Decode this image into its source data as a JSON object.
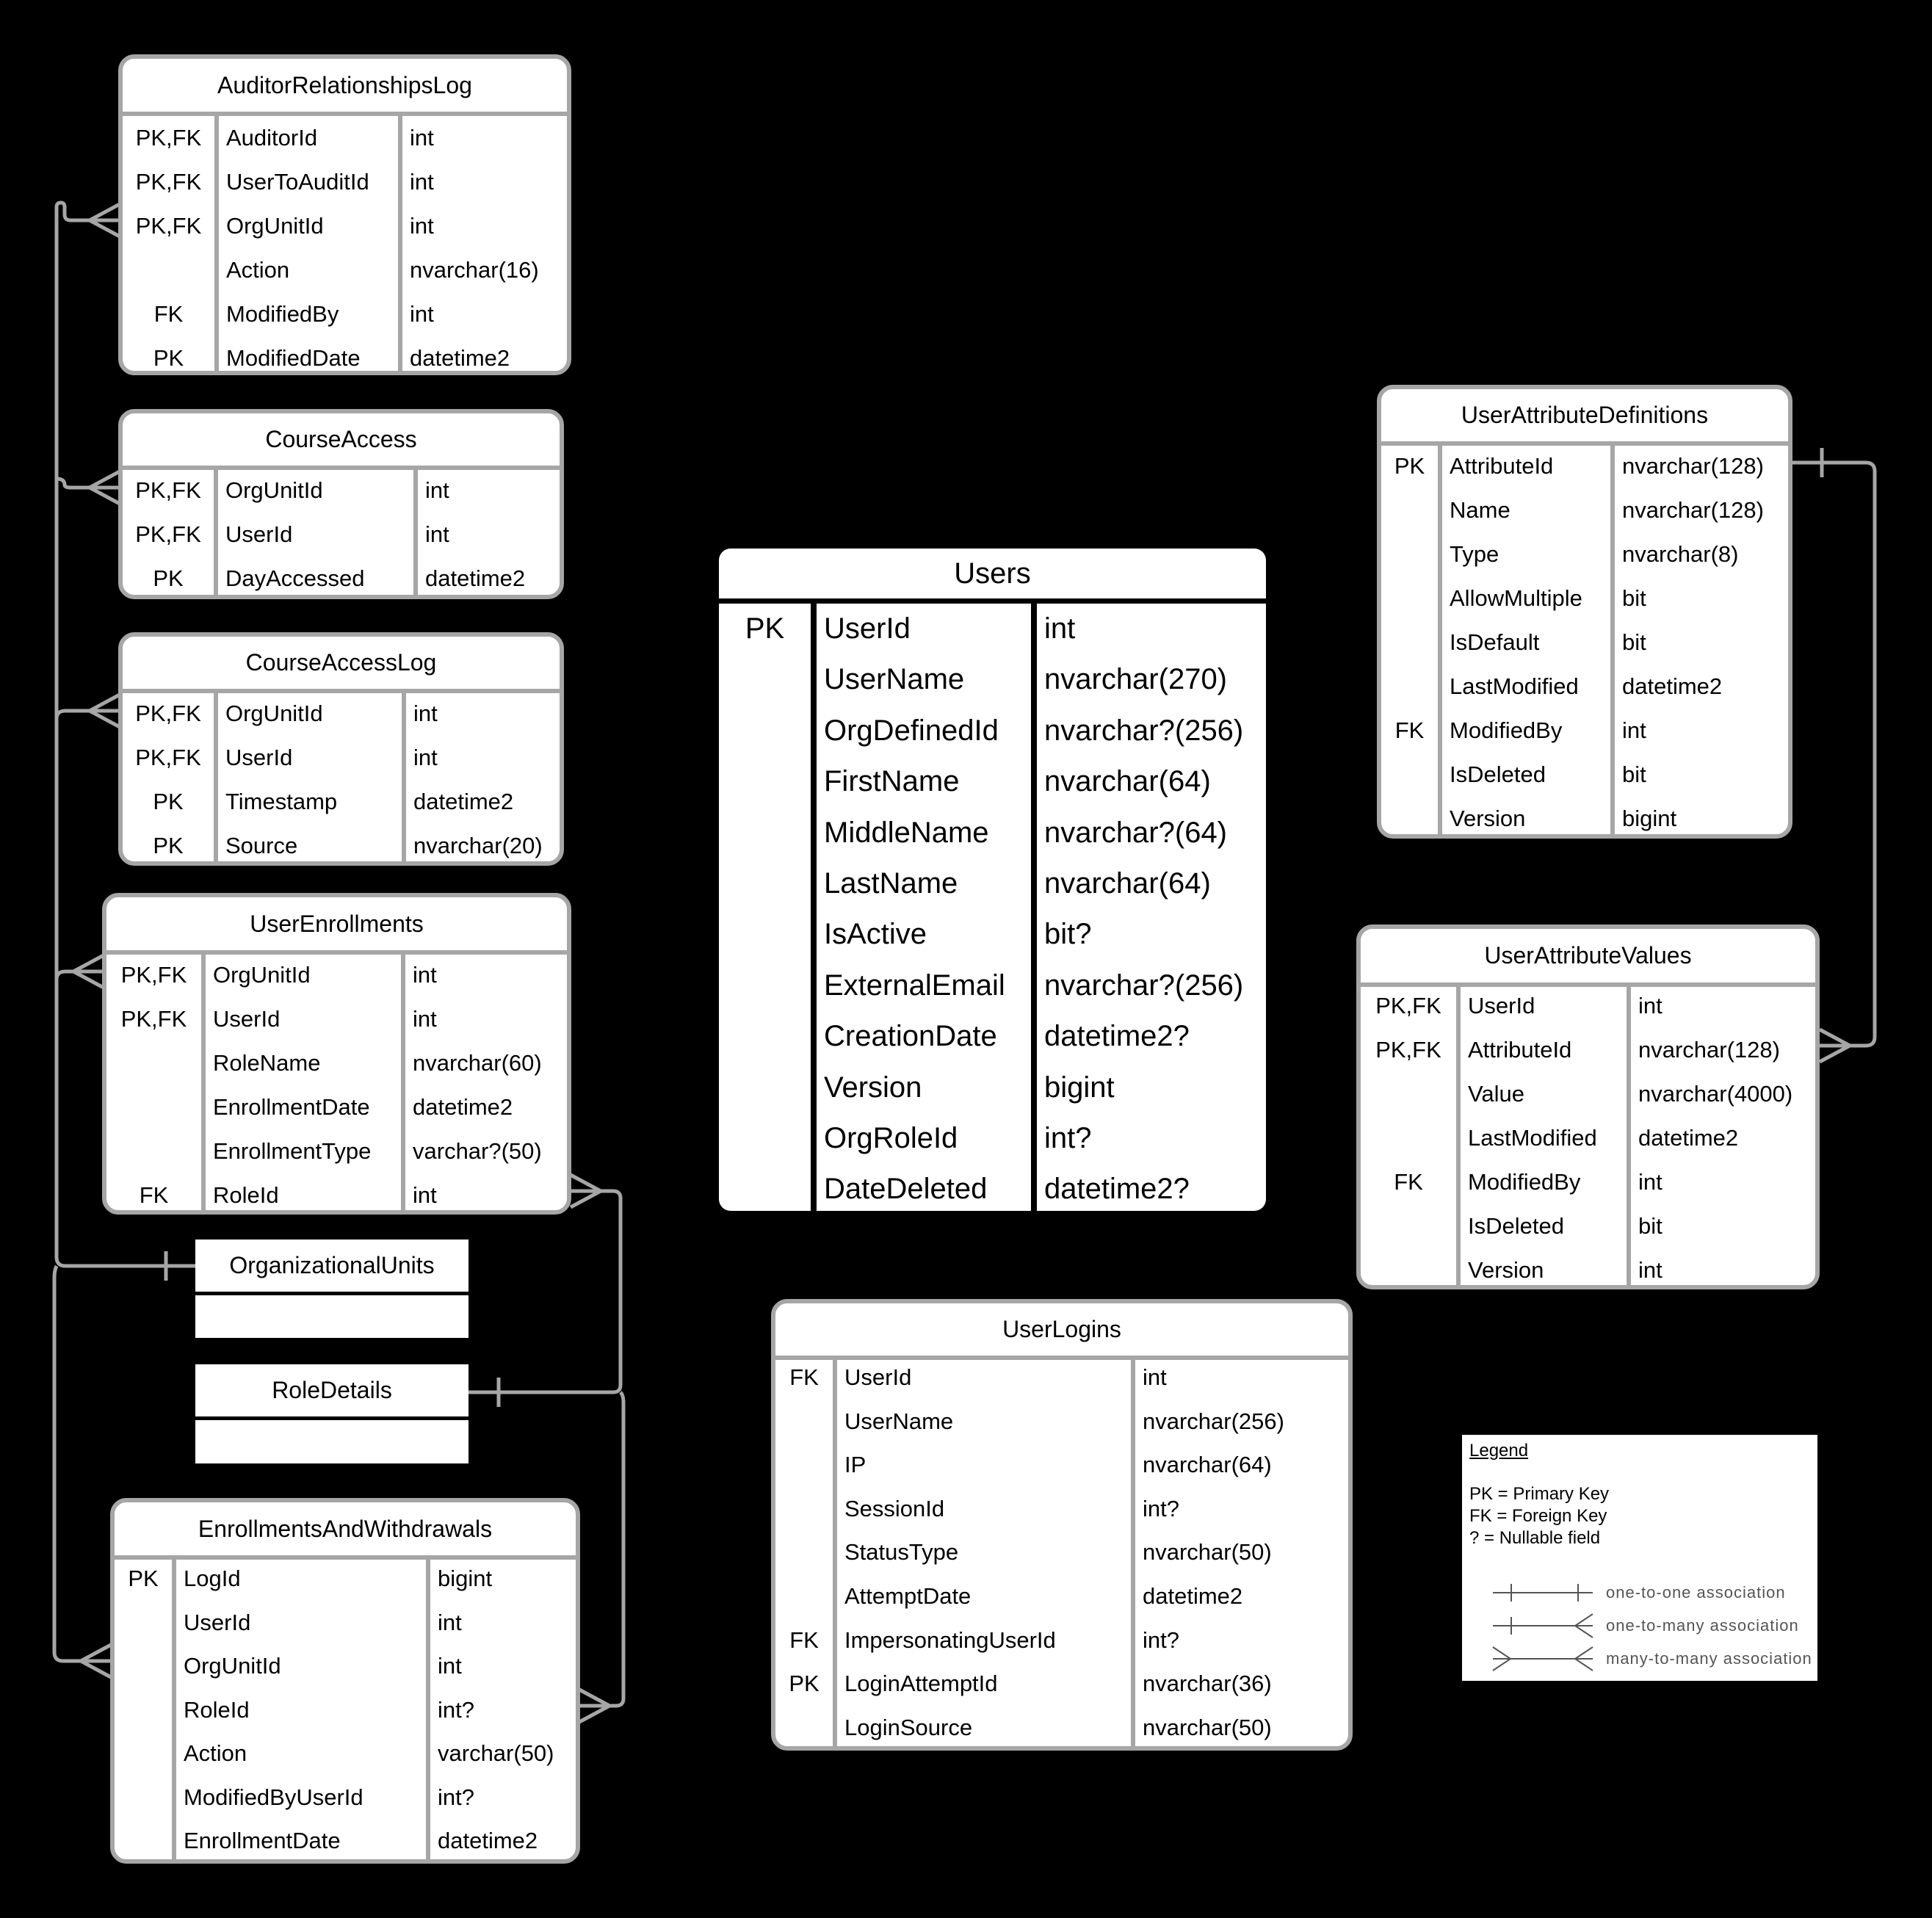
{
  "diagram": {
    "background": "#000000",
    "line_color": "#a6a6a6",
    "entities": {
      "auditor_relationships_log": {
        "name": "AuditorRelationshipsLog",
        "rows": [
          {
            "key": "PK,FK",
            "field": "AuditorId",
            "type": "int"
          },
          {
            "key": "PK,FK",
            "field": "UserToAuditId",
            "type": "int"
          },
          {
            "key": "PK,FK",
            "field": "OrgUnitId",
            "type": "int"
          },
          {
            "key": "",
            "field": "Action",
            "type": "nvarchar(16)"
          },
          {
            "key": "FK",
            "field": "ModifiedBy",
            "type": "int"
          },
          {
            "key": "PK",
            "field": "ModifiedDate",
            "type": "datetime2"
          }
        ]
      },
      "course_access": {
        "name": "CourseAccess",
        "rows": [
          {
            "key": "PK,FK",
            "field": "OrgUnitId",
            "type": "int"
          },
          {
            "key": "PK,FK",
            "field": "UserId",
            "type": "int"
          },
          {
            "key": "PK",
            "field": "DayAccessed",
            "type": "datetime2"
          }
        ]
      },
      "course_access_log": {
        "name": "CourseAccessLog",
        "rows": [
          {
            "key": "PK,FK",
            "field": "OrgUnitId",
            "type": "int"
          },
          {
            "key": "PK,FK",
            "field": "UserId",
            "type": "int"
          },
          {
            "key": "PK",
            "field": "Timestamp",
            "type": "datetime2"
          },
          {
            "key": "PK",
            "field": "Source",
            "type": "nvarchar(20)"
          }
        ]
      },
      "user_enrollments": {
        "name": "UserEnrollments",
        "rows": [
          {
            "key": "PK,FK",
            "field": "OrgUnitId",
            "type": "int"
          },
          {
            "key": "PK,FK",
            "field": "UserId",
            "type": "int"
          },
          {
            "key": "",
            "field": "RoleName",
            "type": "nvarchar(60)"
          },
          {
            "key": "",
            "field": "EnrollmentDate",
            "type": "datetime2"
          },
          {
            "key": "",
            "field": "EnrollmentType",
            "type": "varchar?(50)"
          },
          {
            "key": "FK",
            "field": "RoleId",
            "type": "int"
          }
        ]
      },
      "organizational_units": {
        "name": "OrganizationalUnits"
      },
      "role_details": {
        "name": "RoleDetails"
      },
      "enrollments_and_withdrawals": {
        "name": "EnrollmentsAndWithdrawals",
        "rows": [
          {
            "key": "PK",
            "field": "LogId",
            "type": "bigint"
          },
          {
            "key": "",
            "field": "UserId",
            "type": "int"
          },
          {
            "key": "",
            "field": "OrgUnitId",
            "type": "int"
          },
          {
            "key": "",
            "field": "RoleId",
            "type": "int?"
          },
          {
            "key": "",
            "field": "Action",
            "type": "varchar(50)"
          },
          {
            "key": "",
            "field": "ModifiedByUserId",
            "type": "int?"
          },
          {
            "key": "",
            "field": "EnrollmentDate",
            "type": "datetime2"
          }
        ]
      },
      "users": {
        "name": "Users",
        "rows": [
          {
            "key": "PK",
            "field": "UserId",
            "type": "int"
          },
          {
            "key": "",
            "field": "UserName",
            "type": "nvarchar(270)"
          },
          {
            "key": "",
            "field": "OrgDefinedId",
            "type": "nvarchar?(256)"
          },
          {
            "key": "",
            "field": "FirstName",
            "type": "nvarchar(64)"
          },
          {
            "key": "",
            "field": "MiddleName",
            "type": "nvarchar?(64)"
          },
          {
            "key": "",
            "field": "LastName",
            "type": "nvarchar(64)"
          },
          {
            "key": "",
            "field": "IsActive",
            "type": "bit?"
          },
          {
            "key": "",
            "field": "ExternalEmail",
            "type": "nvarchar?(256)"
          },
          {
            "key": "",
            "field": "CreationDate",
            "type": "datetime2?"
          },
          {
            "key": "",
            "field": "Version",
            "type": "bigint"
          },
          {
            "key": "",
            "field": "OrgRoleId",
            "type": "int?"
          },
          {
            "key": "",
            "field": "DateDeleted",
            "type": "datetime2?"
          }
        ]
      },
      "user_attribute_definitions": {
        "name": "UserAttributeDefinitions",
        "rows": [
          {
            "key": "PK",
            "field": "AttributeId",
            "type": "nvarchar(128)"
          },
          {
            "key": "",
            "field": "Name",
            "type": "nvarchar(128)"
          },
          {
            "key": "",
            "field": "Type",
            "type": "nvarchar(8)"
          },
          {
            "key": "",
            "field": "AllowMultiple",
            "type": "bit"
          },
          {
            "key": "",
            "field": "IsDefault",
            "type": "bit"
          },
          {
            "key": "",
            "field": "LastModified",
            "type": "datetime2"
          },
          {
            "key": "FK",
            "field": "ModifiedBy",
            "type": "int"
          },
          {
            "key": "",
            "field": "IsDeleted",
            "type": "bit"
          },
          {
            "key": "",
            "field": "Version",
            "type": "bigint"
          }
        ]
      },
      "user_attribute_values": {
        "name": "UserAttributeValues",
        "rows": [
          {
            "key": "PK,FK",
            "field": "UserId",
            "type": "int"
          },
          {
            "key": "PK,FK",
            "field": "AttributeId",
            "type": "nvarchar(128)"
          },
          {
            "key": "",
            "field": "Value",
            "type": "nvarchar(4000)"
          },
          {
            "key": "",
            "field": "LastModified",
            "type": "datetime2"
          },
          {
            "key": "FK",
            "field": "ModifiedBy",
            "type": "int"
          },
          {
            "key": "",
            "field": "IsDeleted",
            "type": "bit"
          },
          {
            "key": "",
            "field": "Version",
            "type": "int"
          }
        ]
      },
      "user_logins": {
        "name": "UserLogins",
        "rows": [
          {
            "key": "FK",
            "field": "UserId",
            "type": "int"
          },
          {
            "key": "",
            "field": "UserName",
            "type": "nvarchar(256)"
          },
          {
            "key": "",
            "field": "IP",
            "type": "nvarchar(64)"
          },
          {
            "key": "",
            "field": "SessionId",
            "type": "int?"
          },
          {
            "key": "",
            "field": "StatusType",
            "type": "nvarchar(50)"
          },
          {
            "key": "",
            "field": "AttemptDate",
            "type": "datetime2"
          },
          {
            "key": "FK",
            "field": "ImpersonatingUserId",
            "type": "int?"
          },
          {
            "key": "PK",
            "field": "LoginAttemptId",
            "type": "nvarchar(36)"
          },
          {
            "key": "",
            "field": "LoginSource",
            "type": "nvarchar(50)"
          }
        ]
      }
    },
    "relationships": [
      {
        "from": "OrganizationalUnits",
        "to": "AuditorRelationshipsLog",
        "type": "one-to-many"
      },
      {
        "from": "OrganizationalUnits",
        "to": "CourseAccess",
        "type": "one-to-many"
      },
      {
        "from": "OrganizationalUnits",
        "to": "CourseAccessLog",
        "type": "one-to-many"
      },
      {
        "from": "OrganizationalUnits",
        "to": "UserEnrollments",
        "type": "one-to-many"
      },
      {
        "from": "OrganizationalUnits",
        "to": "EnrollmentsAndWithdrawals",
        "type": "one-to-many"
      },
      {
        "from": "RoleDetails",
        "to": "UserEnrollments",
        "type": "one-to-many"
      },
      {
        "from": "RoleDetails",
        "to": "EnrollmentsAndWithdrawals",
        "type": "one-to-many"
      },
      {
        "from": "UserAttributeDefinitions",
        "to": "UserAttributeValues",
        "type": "one-to-many"
      }
    ]
  },
  "legend": {
    "title": "Legend",
    "definitions": [
      "PK = Primary Key",
      "FK = Foreign Key",
      "? = Nullable field"
    ],
    "associations": [
      {
        "symbol": "one-to-one",
        "label": "one-to-one association"
      },
      {
        "symbol": "one-to-many",
        "label": "one-to-many association"
      },
      {
        "symbol": "many-to-many",
        "label": "many-to-many association"
      }
    ]
  }
}
